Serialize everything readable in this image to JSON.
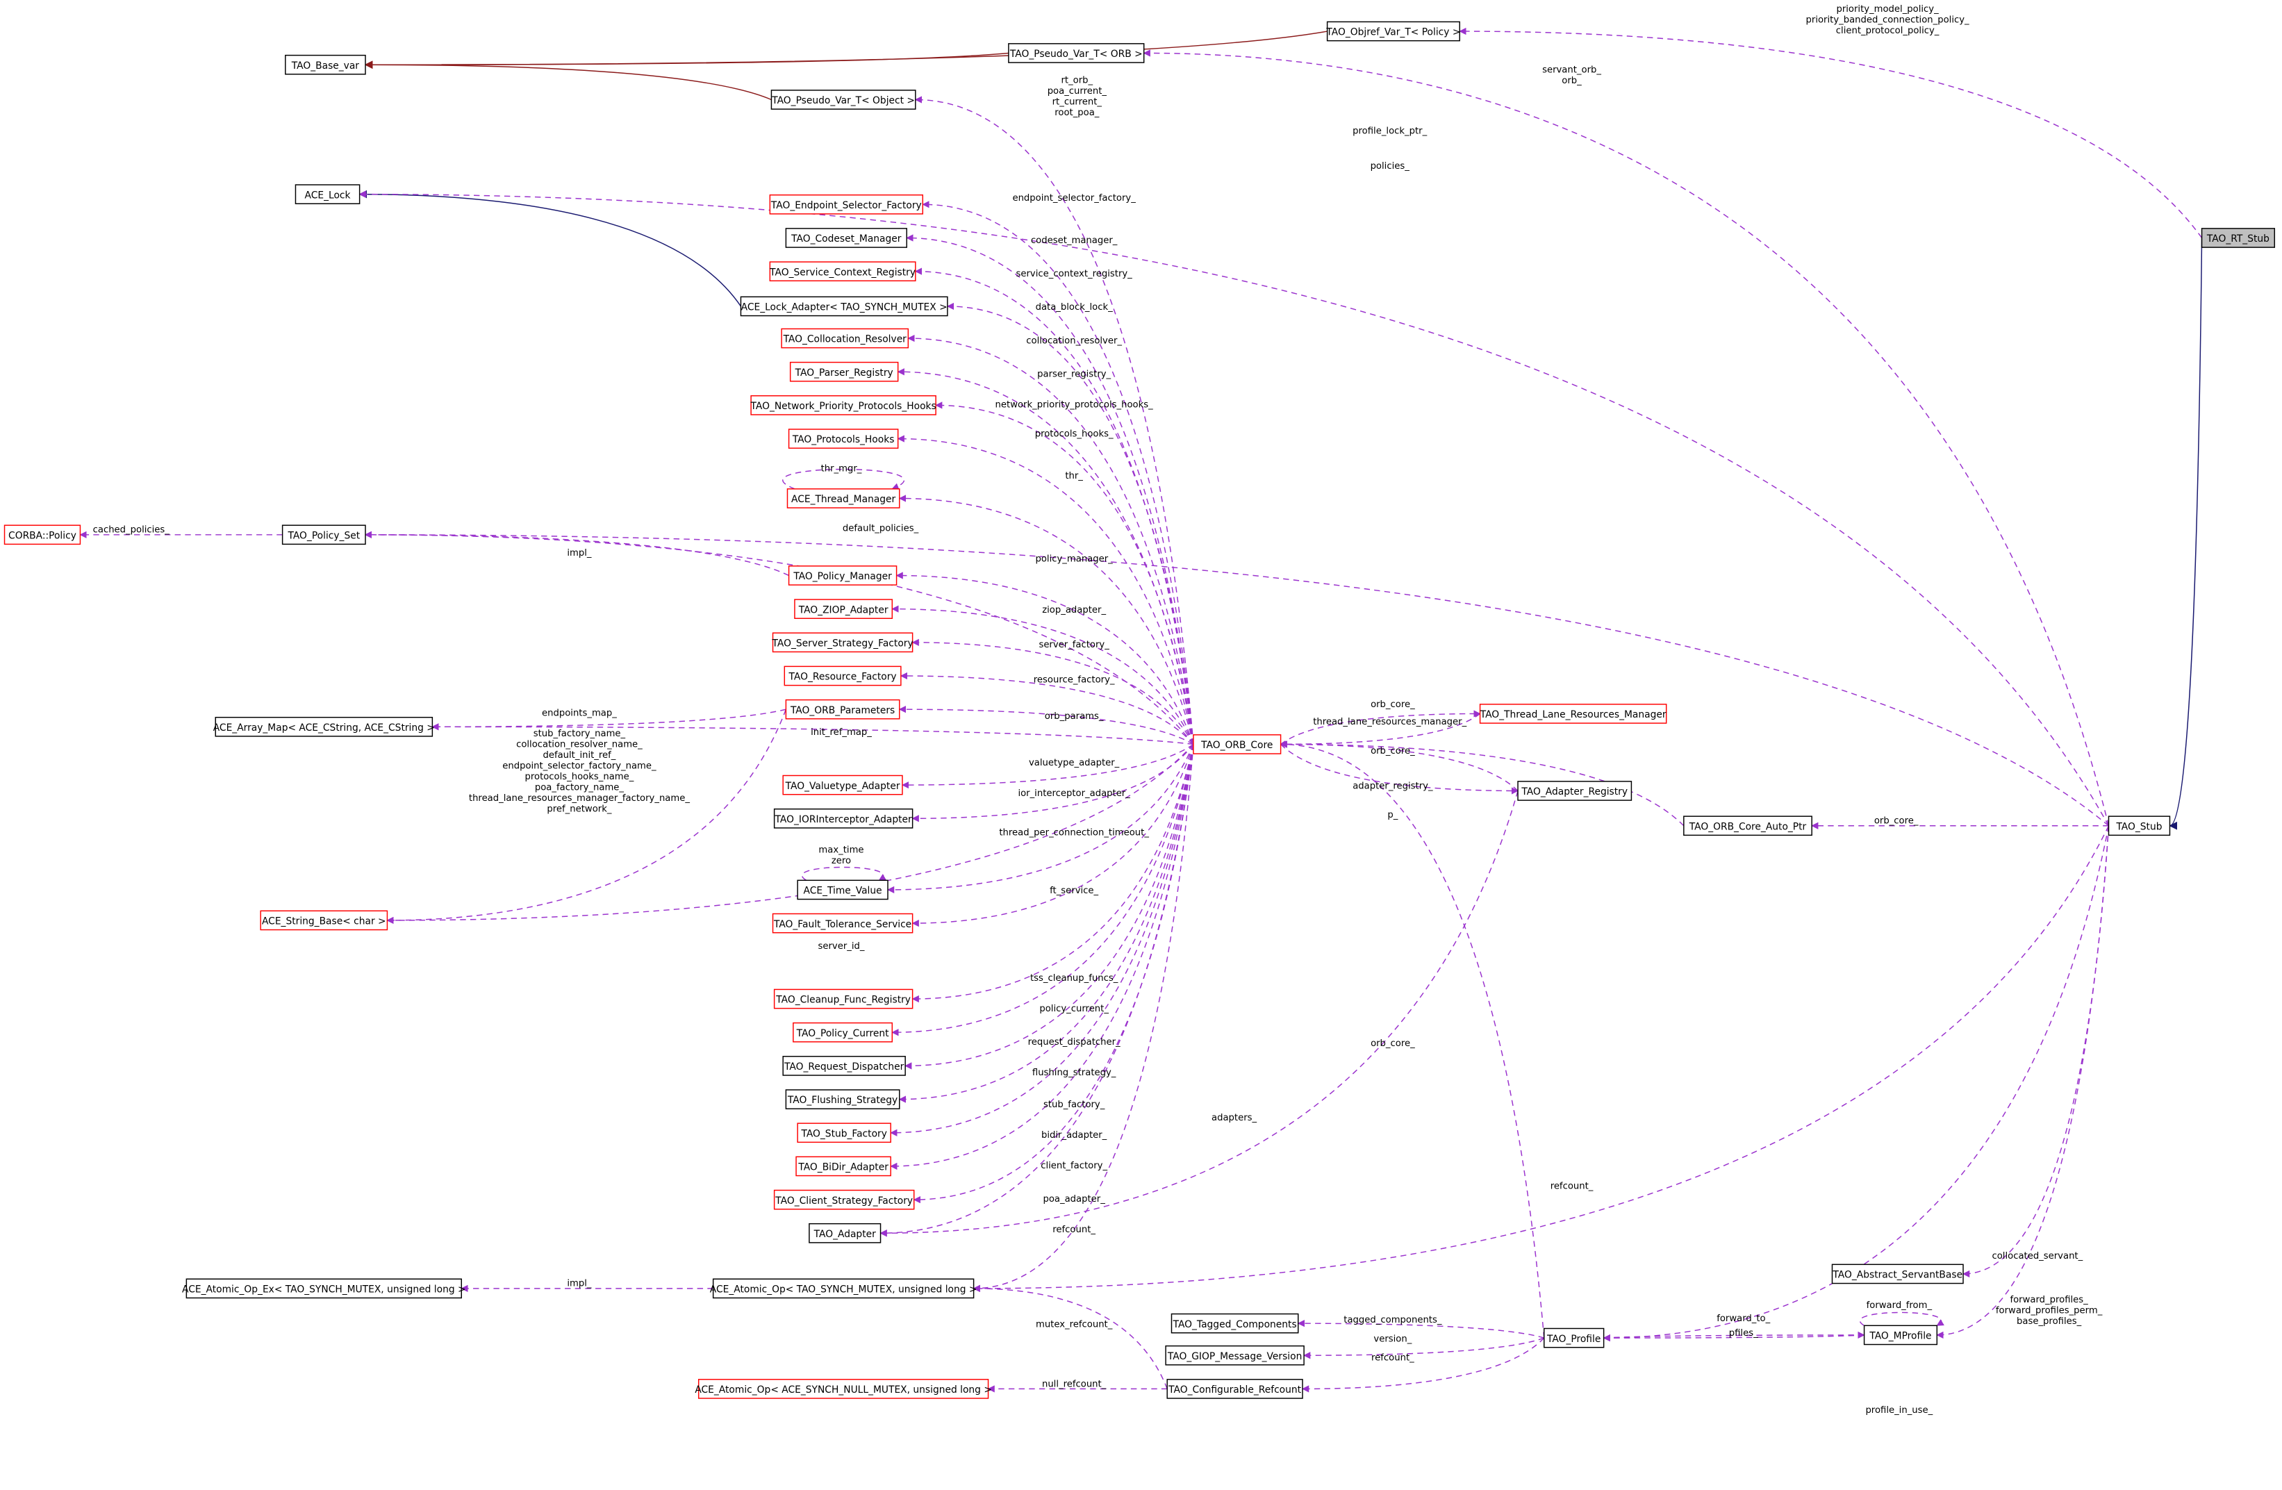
{
  "colors": {
    "usage_edge": "#9a32cd",
    "inherit_edge_red": "#8b1a1a",
    "inherit_edge_blue": "#191970",
    "incomplete_border": "#ff0000",
    "focus_fill": "#bfbfbf"
  },
  "nodes": {
    "objref": {
      "label": "TAO_Objref_Var_T< Policy >",
      "style": "black"
    },
    "pseudo_orb": {
      "label": "TAO_Pseudo_Var_T< ORB >",
      "style": "black"
    },
    "base_var": {
      "label": "TAO_Base_var",
      "style": "black"
    },
    "pseudo_obj": {
      "label": "TAO_Pseudo_Var_T< Object >",
      "style": "black"
    },
    "ace_lock": {
      "label": "ACE_Lock",
      "style": "black"
    },
    "rt_stub": {
      "label": "TAO_RT_Stub",
      "style": "gray"
    },
    "esf": {
      "label": "TAO_Endpoint_Selector_Factory",
      "style": "red"
    },
    "codeset": {
      "label": "TAO_Codeset_Manager",
      "style": "black"
    },
    "scr": {
      "label": "TAO_Service_Context_Registry",
      "style": "red"
    },
    "lock_adapter": {
      "label": "ACE_Lock_Adapter< TAO_SYNCH_MUTEX >",
      "style": "black"
    },
    "coll_res": {
      "label": "TAO_Collocation_Resolver",
      "style": "red"
    },
    "parser": {
      "label": "TAO_Parser_Registry",
      "style": "red"
    },
    "nppH": {
      "label": "TAO_Network_Priority_Protocols_Hooks",
      "style": "red"
    },
    "protoH": {
      "label": "TAO_Protocols_Hooks",
      "style": "red"
    },
    "thr_mgr": {
      "label": "ACE_Thread_Manager",
      "style": "red"
    },
    "corba_policy": {
      "label": "CORBA::Policy",
      "style": "red"
    },
    "policy_set": {
      "label": "TAO_Policy_Set",
      "style": "black"
    },
    "policy_mgr": {
      "label": "TAO_Policy_Manager",
      "style": "red"
    },
    "ziop": {
      "label": "TAO_ZIOP_Adapter",
      "style": "red"
    },
    "ssf": {
      "label": "TAO_Server_Strategy_Factory",
      "style": "red"
    },
    "resf": {
      "label": "TAO_Resource_Factory",
      "style": "red"
    },
    "orb_params": {
      "label": "TAO_ORB_Parameters",
      "style": "red"
    },
    "array_map": {
      "label": "ACE_Array_Map< ACE_CString, ACE_CString >",
      "style": "black"
    },
    "orb_core": {
      "label": "TAO_ORB_Core",
      "style": "red"
    },
    "tlrm": {
      "label": "TAO_Thread_Lane_Resources_Manager",
      "style": "red"
    },
    "valuetype": {
      "label": "TAO_Valuetype_Adapter",
      "style": "red"
    },
    "adapter_reg": {
      "label": "TAO_Adapter_Registry",
      "style": "black"
    },
    "iorint": {
      "label": "TAO_IORInterceptor_Adapter",
      "style": "black"
    },
    "auto_ptr": {
      "label": "TAO_ORB_Core_Auto_Ptr",
      "style": "black"
    },
    "stub": {
      "label": "TAO_Stub",
      "style": "black"
    },
    "time_value": {
      "label": "ACE_Time_Value",
      "style": "black"
    },
    "fts": {
      "label": "TAO_Fault_Tolerance_Service",
      "style": "red"
    },
    "string_base": {
      "label": "ACE_String_Base< char >",
      "style": "red"
    },
    "cleanup": {
      "label": "TAO_Cleanup_Func_Registry",
      "style": "red"
    },
    "policy_cur": {
      "label": "TAO_Policy_Current",
      "style": "red"
    },
    "req_disp": {
      "label": "TAO_Request_Dispatcher",
      "style": "black"
    },
    "flush": {
      "label": "TAO_Flushing_Strategy",
      "style": "black"
    },
    "stubf": {
      "label": "TAO_Stub_Factory",
      "style": "red"
    },
    "bidir": {
      "label": "TAO_BiDir_Adapter",
      "style": "red"
    },
    "csf": {
      "label": "TAO_Client_Strategy_Factory",
      "style": "red"
    },
    "adapter": {
      "label": "TAO_Adapter",
      "style": "black"
    },
    "servant_base": {
      "label": "TAO_Abstract_ServantBase",
      "style": "black"
    },
    "atomic_ex": {
      "label": "ACE_Atomic_Op_Ex< TAO_SYNCH_MUTEX, unsigned long >",
      "style": "black"
    },
    "atomic": {
      "label": "ACE_Atomic_Op< TAO_SYNCH_MUTEX, unsigned long >",
      "style": "black"
    },
    "tagged": {
      "label": "TAO_Tagged_Components",
      "style": "black"
    },
    "profile": {
      "label": "TAO_Profile",
      "style": "black"
    },
    "mprofile": {
      "label": "TAO_MProfile",
      "style": "black"
    },
    "giop": {
      "label": "TAO_GIOP_Message_Version",
      "style": "black"
    },
    "atomic_null": {
      "label": "ACE_Atomic_Op< ACE_SYNCH_NULL_MUTEX, unsigned long >",
      "style": "red"
    },
    "conf_ref": {
      "label": "TAO_Configurable_Refcount",
      "style": "black"
    }
  },
  "edges": {
    "e_objref_base": {
      "from": "objref",
      "to": "base_var",
      "kind": "inh-red",
      "label": []
    },
    "e_porb_base": {
      "from": "pseudo_orb",
      "to": "base_var",
      "kind": "inh-red",
      "label": []
    },
    "e_pobj_base": {
      "from": "pseudo_obj",
      "to": "base_var",
      "kind": "inh-red",
      "label": []
    },
    "e_lockad_lock": {
      "from": "lock_adapter",
      "to": "ace_lock",
      "kind": "inh-blue",
      "label": []
    },
    "e_rt_stub": {
      "from": "rt_stub",
      "to": "stub",
      "kind": "inh-blue",
      "label": []
    },
    "e_rt_objref": {
      "from": "rt_stub",
      "to": "objref",
      "kind": "use",
      "label": [
        "priority_model_policy_",
        "priority_banded_connection_policy_",
        "client_protocol_policy_"
      ]
    },
    "e_stub_porb": {
      "from": "stub",
      "to": "pseudo_orb",
      "kind": "use",
      "label": [
        "servant_orb_",
        "orb_"
      ]
    },
    "e_core_pobj": {
      "from": "orb_core",
      "to": "pseudo_obj",
      "kind": "use",
      "label": [
        "rt_orb_",
        "poa_current_",
        "rt_current_",
        "root_poa_"
      ]
    },
    "e_stub_lock": {
      "from": "stub",
      "to": "ace_lock",
      "kind": "use",
      "label": [
        "profile_lock_ptr_"
      ]
    },
    "e_stub_pset": {
      "from": "stub",
      "to": "policy_set",
      "kind": "use",
      "label": [
        "policies_"
      ]
    },
    "e_core_esf": {
      "from": "orb_core",
      "to": "esf",
      "kind": "use",
      "label": [
        "endpoint_selector_factory_"
      ]
    },
    "e_core_codeset": {
      "from": "orb_core",
      "to": "codeset",
      "kind": "use",
      "label": [
        "codeset_manager_"
      ]
    },
    "e_core_scr": {
      "from": "orb_core",
      "to": "scr",
      "kind": "use",
      "label": [
        "service_context_registry_"
      ]
    },
    "e_core_lockad": {
      "from": "orb_core",
      "to": "lock_adapter",
      "kind": "use",
      "label": [
        "data_block_lock_"
      ]
    },
    "e_core_collres": {
      "from": "orb_core",
      "to": "coll_res",
      "kind": "use",
      "label": [
        "collocation_resolver_"
      ]
    },
    "e_core_parser": {
      "from": "orb_core",
      "to": "parser",
      "kind": "use",
      "label": [
        "parser_registry_"
      ]
    },
    "e_core_npph": {
      "from": "orb_core",
      "to": "nppH",
      "kind": "use",
      "label": [
        "network_priority_protocols_hooks_"
      ]
    },
    "e_core_proth": {
      "from": "orb_core",
      "to": "protoH",
      "kind": "use",
      "label": [
        "protocols_hooks_"
      ]
    },
    "e_thr_self": {
      "from": "thr_mgr",
      "to": "thr_mgr",
      "kind": "use",
      "label": [
        "thr_mgr_"
      ]
    },
    "e_core_thr": {
      "from": "orb_core",
      "to": "thr_mgr",
      "kind": "use",
      "label": [
        "thr_"
      ]
    },
    "e_pset_policy": {
      "from": "policy_set",
      "to": "corba_policy",
      "kind": "use",
      "label": [
        "cached_policies_"
      ]
    },
    "e_core_pset": {
      "from": "orb_core",
      "to": "policy_set",
      "kind": "use",
      "label": [
        "default_policies_"
      ]
    },
    "e_pmgr_pset": {
      "from": "policy_mgr",
      "to": "policy_set",
      "kind": "use",
      "label": [
        "impl_"
      ]
    },
    "e_core_pmgr": {
      "from": "orb_core",
      "to": "policy_mgr",
      "kind": "use",
      "label": [
        "policy_manager_"
      ]
    },
    "e_core_ziop": {
      "from": "orb_core",
      "to": "ziop",
      "kind": "use",
      "label": [
        "ziop_adapter_"
      ]
    },
    "e_core_ssf": {
      "from": "orb_core",
      "to": "ssf",
      "kind": "use",
      "label": [
        "server_factory_"
      ]
    },
    "e_core_resf": {
      "from": "orb_core",
      "to": "resf",
      "kind": "use",
      "label": [
        "resource_factory_"
      ]
    },
    "e_core_params": {
      "from": "orb_core",
      "to": "orb_params",
      "kind": "use",
      "label": [
        "orb_params_"
      ]
    },
    "e_params_map": {
      "from": "orb_params",
      "to": "array_map",
      "kind": "use",
      "label": [
        "endpoints_map_"
      ]
    },
    "e_core_map": {
      "from": "orb_core",
      "to": "array_map",
      "kind": "use",
      "label": [
        "init_ref_map_"
      ]
    },
    "e_params_str": {
      "from": "orb_params",
      "to": "string_base",
      "kind": "use",
      "label": [
        "stub_factory_name_",
        "collocation_resolver_name_",
        "default_init_ref_",
        "endpoint_selector_factory_name_",
        "protocols_hooks_name_",
        "poa_factory_name_",
        "thread_lane_resources_manager_factory_name_",
        "pref_network_"
      ]
    },
    "e_core_tlrm": {
      "from": "orb_core",
      "to": "tlrm",
      "kind": "use",
      "label": [
        "thread_lane_resources_manager_"
      ]
    },
    "e_tlrm_core": {
      "from": "tlrm",
      "to": "orb_core",
      "kind": "use",
      "label": [
        "orb_core_"
      ]
    },
    "e_areg_core": {
      "from": "adapter_reg",
      "to": "orb_core",
      "kind": "use",
      "label": [
        "orb_core_"
      ]
    },
    "e_core_areg": {
      "from": "orb_core",
      "to": "adapter_reg",
      "kind": "use",
      "label": [
        "adapter_registry_"
      ]
    },
    "e_auto_core": {
      "from": "auto_ptr",
      "to": "orb_core",
      "kind": "use",
      "label": [
        "p_"
      ]
    },
    "e_stub_auto": {
      "from": "stub",
      "to": "auto_ptr",
      "kind": "use",
      "label": [
        "orb_core_"
      ]
    },
    "e_core_valuetype": {
      "from": "orb_core",
      "to": "valuetype",
      "kind": "use",
      "label": [
        "valuetype_adapter_"
      ]
    },
    "e_core_iorint": {
      "from": "orb_core",
      "to": "iorint",
      "kind": "use",
      "label": [
        "ior_interceptor_adapter_"
      ]
    },
    "e_tv_self": {
      "from": "time_value",
      "to": "time_value",
      "kind": "use",
      "label": [
        "max_time",
        "zero"
      ]
    },
    "e_core_tv": {
      "from": "orb_core",
      "to": "time_value",
      "kind": "use",
      "label": [
        "thread_per_connection_timeout_"
      ]
    },
    "e_core_fts": {
      "from": "orb_core",
      "to": "fts",
      "kind": "use",
      "label": [
        "ft_service_"
      ]
    },
    "e_core_str": {
      "from": "orb_core",
      "to": "string_base",
      "kind": "use",
      "label": [
        "server_id_"
      ]
    },
    "e_core_cleanup": {
      "from": "orb_core",
      "to": "cleanup",
      "kind": "use",
      "label": [
        "tss_cleanup_funcs_"
      ]
    },
    "e_core_pcur": {
      "from": "orb_core",
      "to": "policy_cur",
      "kind": "use",
      "label": [
        "policy_current_"
      ]
    },
    "e_core_reqd": {
      "from": "orb_core",
      "to": "req_disp",
      "kind": "use",
      "label": [
        "request_dispatcher_"
      ]
    },
    "e_core_flush": {
      "from": "orb_core",
      "to": "flush",
      "kind": "use",
      "label": [
        "flushing_strategy_"
      ]
    },
    "e_core_stubf": {
      "from": "orb_core",
      "to": "stubf",
      "kind": "use",
      "label": [
        "stub_factory_"
      ]
    },
    "e_core_bidir": {
      "from": "orb_core",
      "to": "bidir",
      "kind": "use",
      "label": [
        "bidir_adapter_"
      ]
    },
    "e_core_csf": {
      "from": "orb_core",
      "to": "csf",
      "kind": "use",
      "label": [
        "client_factory_"
      ]
    },
    "e_core_adapter": {
      "from": "orb_core",
      "to": "adapter",
      "kind": "use",
      "label": [
        "poa_adapter_"
      ]
    },
    "e_areg_adapter": {
      "from": "adapter_reg",
      "to": "adapter",
      "kind": "use",
      "label": [
        "adapters_"
      ]
    },
    "e_core_atomic": {
      "from": "orb_core",
      "to": "atomic",
      "kind": "use",
      "label": [
        "refcount_"
      ]
    },
    "e_stub_atomic": {
      "from": "stub",
      "to": "atomic",
      "kind": "use",
      "label": [
        "refcount_"
      ]
    },
    "e_atomic_ex": {
      "from": "atomic",
      "to": "atomic_ex",
      "kind": "use",
      "label": [
        "impl_"
      ]
    },
    "e_conf_atomic": {
      "from": "conf_ref",
      "to": "atomic",
      "kind": "use",
      "label": [
        "mutex_refcount_"
      ]
    },
    "e_conf_null": {
      "from": "conf_ref",
      "to": "atomic_null",
      "kind": "use",
      "label": [
        "null_refcount_"
      ]
    },
    "e_prof_core": {
      "from": "profile",
      "to": "orb_core",
      "kind": "use",
      "label": [
        "orb_core_"
      ]
    },
    "e_prof_tagged": {
      "from": "profile",
      "to": "tagged",
      "kind": "use",
      "label": [
        "tagged_components_"
      ]
    },
    "e_prof_giop": {
      "from": "profile",
      "to": "giop",
      "kind": "use",
      "label": [
        "version_"
      ]
    },
    "e_prof_conf": {
      "from": "profile",
      "to": "conf_ref",
      "kind": "use",
      "label": [
        "refcount_"
      ]
    },
    "e_prof_mprof": {
      "from": "profile",
      "to": "mprofile",
      "kind": "use",
      "label": [
        "forward_to_"
      ]
    },
    "e_mprof_prof": {
      "from": "mprofile",
      "to": "profile",
      "kind": "use",
      "label": [
        "pfiles_"
      ]
    },
    "e_mprof_self": {
      "from": "mprofile",
      "to": "mprofile",
      "kind": "use",
      "label": [
        "forward_from_"
      ]
    },
    "e_stub_servant": {
      "from": "stub",
      "to": "servant_base",
      "kind": "use",
      "label": [
        "collocated_servant_"
      ]
    },
    "e_stub_mprof": {
      "from": "stub",
      "to": "mprofile",
      "kind": "use",
      "label": [
        "forward_profiles_",
        "forward_profiles_perm_",
        "base_profiles_"
      ]
    },
    "e_stub_prof": {
      "from": "stub",
      "to": "profile",
      "kind": "use",
      "label": [
        "profile_in_use_"
      ]
    }
  }
}
